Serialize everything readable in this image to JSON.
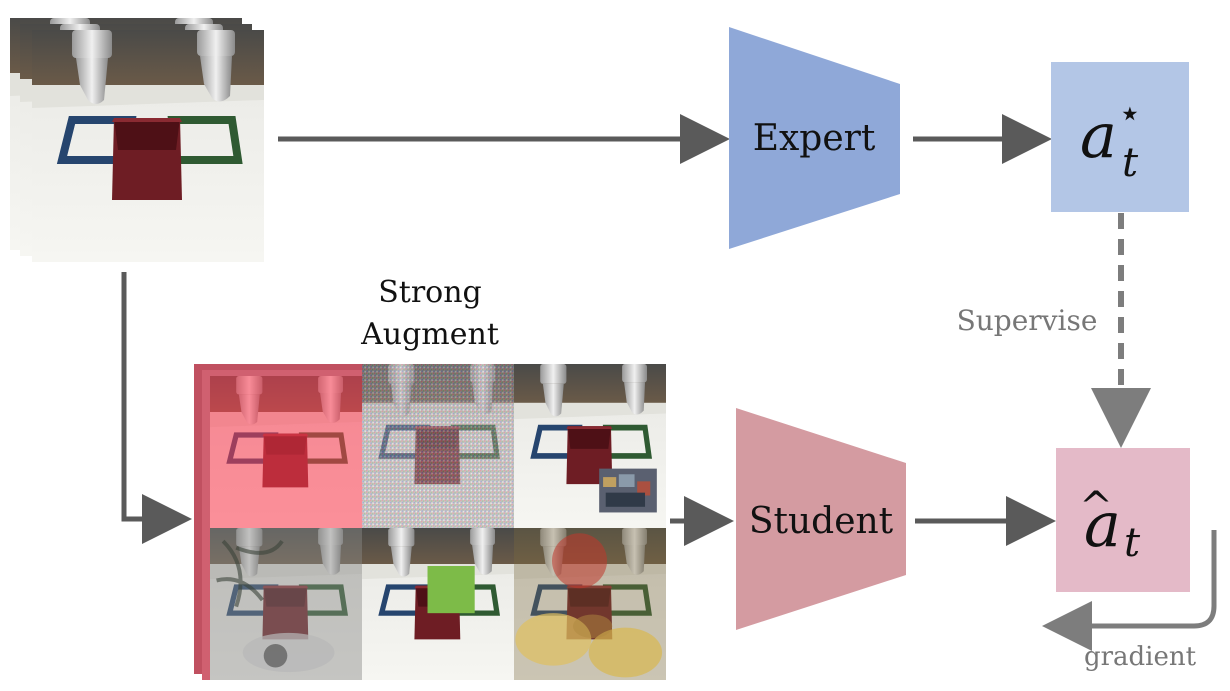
{
  "labels": {
    "expert": "Expert",
    "student": "Student",
    "strong_augment_line1": "Strong",
    "strong_augment_line2": "Augment",
    "supervise": "Supervise",
    "gradient": "gradient",
    "expert_action_base": "a",
    "expert_action_sub": "t",
    "expert_action_sup": "⋆",
    "student_action_base": "a",
    "student_action_sub": "t",
    "student_action_hat": "^"
  },
  "colors": {
    "expert_trapezoid": "#8fa8d8",
    "expert_box": "#b3c6e6",
    "student_trapezoid": "#d49ba1",
    "student_box": "#e4bac8",
    "arrow": "#5a5a5a",
    "gray_text": "#777777"
  },
  "icons": {
    "input_stack": "simulated-robot-scene-stack",
    "augmented_grid": "augmented-observation-grid"
  }
}
